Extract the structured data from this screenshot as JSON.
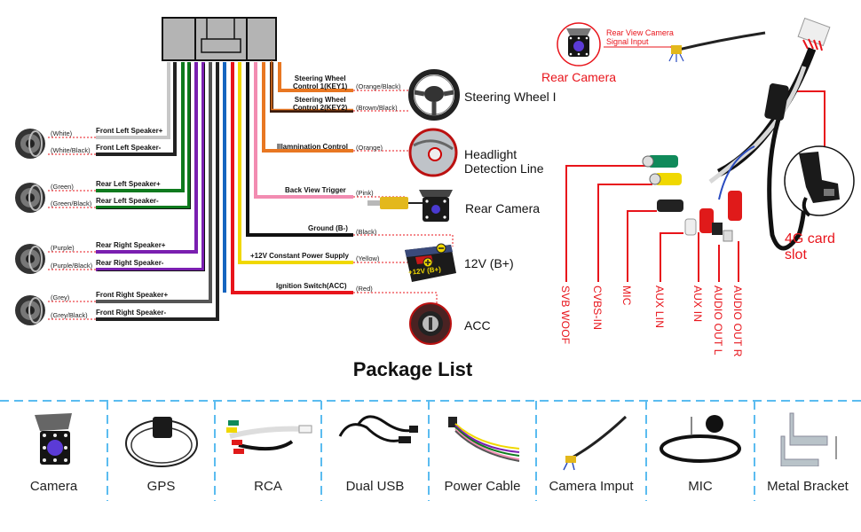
{
  "left_wiring": {
    "speakers": [
      {
        "name": "front-left",
        "plus": {
          "label": "Front Left Speaker+",
          "color_name": "(White)",
          "wire": "#c8c8c8"
        },
        "minus": {
          "label": "Front Left Speaker-",
          "color_name": "(White/Black)",
          "wire": "#222222"
        }
      },
      {
        "name": "rear-left",
        "plus": {
          "label": "Rear Left Speaker+",
          "color_name": "(Green)",
          "wire": "#0f7a1e"
        },
        "minus": {
          "label": "Rear Left Speaker-",
          "color_name": "(Green/Black)",
          "wire": "#0f7a1e"
        }
      },
      {
        "name": "rear-right",
        "plus": {
          "label": "Rear Right Speaker+",
          "color_name": "(Purple)",
          "wire": "#7a1fb0"
        },
        "minus": {
          "label": "Rear Right Speaker-",
          "color_name": "(Purple/Black)",
          "wire": "#7a1fb0"
        }
      },
      {
        "name": "front-right",
        "plus": {
          "label": "Front Right Speaker+",
          "color_name": "(Grey)",
          "wire": "#555555"
        },
        "minus": {
          "label": "Front Right Speaker-",
          "color_name": "(Grey/Black)",
          "wire": "#222222"
        }
      }
    ]
  },
  "right_wiring": {
    "swc1": {
      "label_line1": "Steering Wheel",
      "label_line2": "Control 1(KEY1)",
      "color_name": "(Orange/Black)"
    },
    "swc2": {
      "label_line1": "Steering Wheel",
      "label_line2": "Control 2(KEY2)",
      "color_name": "(Brown/Black)"
    },
    "illumination": {
      "label": "Illamnination Control",
      "color_name": "(Orange)"
    },
    "back_view": {
      "label": "Back View Trigger",
      "color_name": "(Pink)"
    },
    "ground": {
      "label": "Ground (B-)",
      "color_name": "(Black)"
    },
    "power": {
      "label": "+12V Constant Power Supply",
      "color_name": "(Yellow)"
    },
    "ignition": {
      "label": "Ignition Switch(ACC)",
      "color_name": "(Red)"
    }
  },
  "devices": {
    "steering_wheel": "Steering Wheel I",
    "headlight_line1": "Headlight",
    "headlight_line2": "Detection Line",
    "rear_camera": "Rear Camera",
    "battery": "12V (B+)",
    "battery_marking": "+12V  (B+)",
    "acc": "ACC"
  },
  "rca_harness": {
    "rear_camera_label": "Rear Camera",
    "signal_input_line1": "Rear View Camera",
    "signal_input_line2": "Signal Input",
    "card_slot_line1": "4G card",
    "card_slot_line2": "slot",
    "ports": [
      "SVB WOOF",
      "CVBS-IN",
      "MIC",
      "AUX LIN",
      "AUX IN",
      "AUDIO OUT L",
      "AUDIO OUT R"
    ]
  },
  "package": {
    "title": "Package List",
    "items": [
      {
        "label": "Camera",
        "icon": "camera-icon"
      },
      {
        "label": "GPS",
        "icon": "gps-antenna-icon"
      },
      {
        "label": "RCA",
        "icon": "rca-cable-icon"
      },
      {
        "label": "Dual USB",
        "icon": "usb-cable-icon"
      },
      {
        "label": "Power Cable",
        "icon": "power-cable-icon"
      },
      {
        "label": "Camera Imput",
        "icon": "camera-input-cable-icon"
      },
      {
        "label": "MIC",
        "icon": "microphone-icon"
      },
      {
        "label": "Metal Bracket",
        "icon": "metal-bracket-icon"
      }
    ]
  },
  "colors": {
    "accent_red": "#e8141b",
    "divider_blue": "#5bbcf0",
    "connector_grey": "#b4b4b4"
  }
}
